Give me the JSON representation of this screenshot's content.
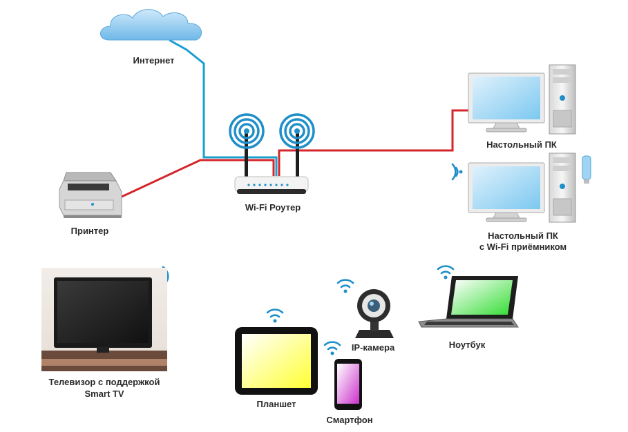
{
  "labels": {
    "internet": "Интернет",
    "router": "Wi-Fi Роутер",
    "printer": "Принтер",
    "desktop_wired": "Настольный ПК",
    "desktop_wifi_line1": "Настольный ПК",
    "desktop_wifi_line2": "с Wi-Fi приёмником",
    "tv_line1": "Телевизор с поддержкой",
    "tv_line2": "Smart TV",
    "tablet": "Планшет",
    "ip_camera": "IP-камера",
    "smartphone": "Смартфон",
    "laptop": "Ноутбук"
  },
  "colors": {
    "wan_cable": "#1a9fd0",
    "lan_cable": "#d4262a",
    "wifi_signal": "#1f8fc9",
    "cloud": "#7fc4f0"
  }
}
